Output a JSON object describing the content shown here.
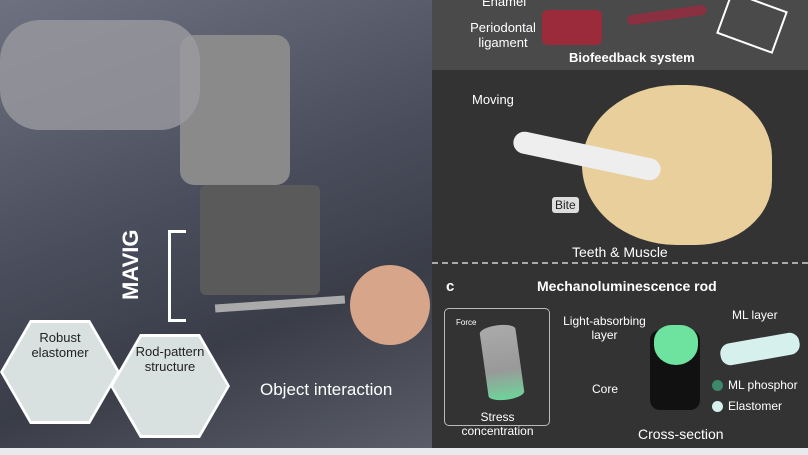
{
  "photo": {
    "mavig_label": "MAVIG",
    "object_interaction": "Object interaction",
    "hex_left": "Robust elastomer",
    "hex_right": "Rod-pattern structure"
  },
  "panel_b": {
    "enamel": "Enamel",
    "periodontal": "Periodontal ligament",
    "title": "Biofeedback system",
    "moving": "Moving",
    "bite": "Bite",
    "teeth_muscle": "Teeth & Muscle"
  },
  "panel_c": {
    "letter": "c",
    "title": "Mechanoluminescence rod",
    "force": "Force",
    "stress": "Stress concentration",
    "light_absorbing": "Light-absorbing layer",
    "ml_layer": "ML layer",
    "core": "Core",
    "cross_section": "Cross-section",
    "legend": [
      {
        "label": "ML phosphor",
        "color": "#3d8a6a"
      },
      {
        "label": "Elastomer",
        "color": "#d6f0ee"
      }
    ]
  }
}
